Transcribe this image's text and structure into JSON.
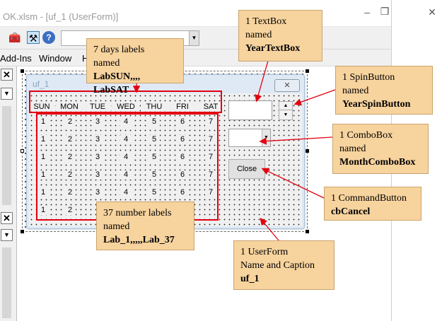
{
  "window": {
    "title": "OK.xlsm - [uf_1 (UserForm)]",
    "minimize_glyph": "–",
    "restore_glyph": "❐",
    "close_glyph": "✕"
  },
  "toolbar": {
    "icons": [
      "design-mode-icon",
      "toolbox-icon",
      "help-icon"
    ],
    "icon_glyphs": [
      "🧰",
      "⚒",
      "?"
    ],
    "dropdown_arrow": "▼"
  },
  "menu": {
    "items": [
      "Add-Ins",
      "Window",
      "H"
    ]
  },
  "left_panel": {
    "close_glyph_1": "✕",
    "close_glyph_2": "✕",
    "arrow_down": "▼"
  },
  "userform": {
    "caption": "uf_1",
    "close_glyph": "✕",
    "days": [
      "SUN",
      "MON",
      "TUE",
      "WED",
      "THU",
      "FRI",
      "SAT"
    ],
    "number_rows": [
      [
        "1",
        "2",
        "3",
        "4",
        "5",
        "6",
        "7"
      ],
      [
        "1",
        "2",
        "3",
        "4",
        "5",
        "6",
        "7"
      ],
      [
        "1",
        "2",
        "3",
        "4",
        "5",
        "6",
        "7"
      ],
      [
        "1",
        "2",
        "3",
        "4",
        "5",
        "6",
        "7"
      ],
      [
        "1",
        "2",
        "3",
        "4",
        "5",
        "6",
        "7"
      ],
      [
        "1",
        "2"
      ]
    ],
    "close_button_label": "Close",
    "spin_up": "▲",
    "spin_down": "▼",
    "combo_arrow": "▼"
  },
  "callouts": {
    "days": {
      "line1": "7 days labels",
      "line2": "named",
      "bold": "LabSUN,,,, LabSAT"
    },
    "textbox": {
      "line1": "1 TextBox",
      "line2": "named",
      "bold": "YearTextBox"
    },
    "spin": {
      "line1": "1 SpinButton",
      "line2": "named",
      "bold": "YearSpinButton"
    },
    "combo": {
      "line1": "1 ComboBox",
      "line2": "named",
      "bold": "MonthComboBox"
    },
    "button": {
      "line1": "1 CommandButton",
      "bold": "cbCancel"
    },
    "numbers": {
      "line1": "37 number labels",
      "line2": "named",
      "bold": "Lab_1,,,,,Lab_37"
    },
    "userform": {
      "line1": "1 UserForm",
      "line2": "Name and Caption",
      "bold": "uf_1"
    }
  },
  "colors": {
    "highlight_red": "#e3000f",
    "callout_fill": "#f7d39e",
    "form_title_bg": "#dfe9f5",
    "form_client_bg": "#f0f0f0"
  }
}
